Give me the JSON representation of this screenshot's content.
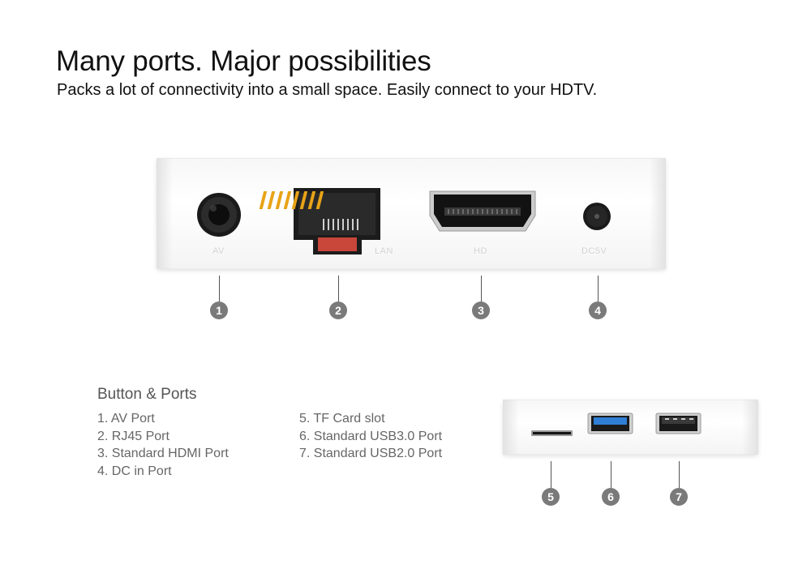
{
  "header": {
    "title": "Many ports. Major possibilities",
    "subtitle": "Packs a lot of connectivity into a small space. Easily connect to your HDTV."
  },
  "main_device": {
    "port_labels": [
      "AV",
      "LAN",
      "HD",
      "DC5V"
    ],
    "callouts": [
      "1",
      "2",
      "3",
      "4"
    ]
  },
  "side_device": {
    "callouts": [
      "5",
      "6",
      "7"
    ],
    "usb3_color": "#2f7fd6"
  },
  "ports_list": {
    "title": "Button & Ports",
    "col1": [
      "1. AV Port",
      "2. RJ45 Port",
      "3. Standard HDMI Port",
      "4. DC in Port"
    ],
    "col2": [
      "5. TF Card slot",
      "6. Standard USB3.0 Port",
      "7. Standard USB2.0 Port"
    ]
  },
  "colors": {
    "badge": "#7a7a7a",
    "rj45_pins": "#e8a317",
    "rj45_tab": "#c9463a"
  }
}
